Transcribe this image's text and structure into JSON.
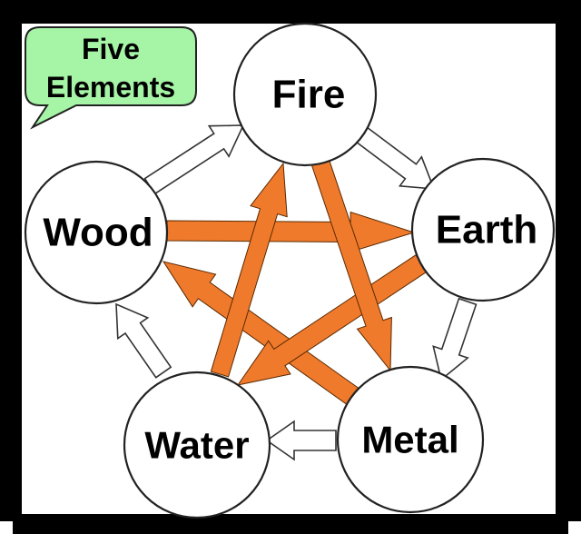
{
  "title": {
    "line1": "Five",
    "line2": "Elements",
    "bubble_color": "#a6f5a6"
  },
  "elements": {
    "fire": "Fire",
    "earth": "Earth",
    "metal": "Metal",
    "water": "Water",
    "wood": "Wood"
  },
  "colors": {
    "control_arrow": "#f07a2c",
    "frame": "#000000",
    "node_fill": "#ffffff"
  },
  "generating_cycle": [
    [
      "Wood",
      "Fire"
    ],
    [
      "Fire",
      "Earth"
    ],
    [
      "Earth",
      "Metal"
    ],
    [
      "Metal",
      "Water"
    ],
    [
      "Water",
      "Wood"
    ]
  ],
  "controlling_cycle": [
    [
      "Wood",
      "Earth"
    ],
    [
      "Earth",
      "Water"
    ],
    [
      "Water",
      "Fire"
    ],
    [
      "Fire",
      "Metal"
    ],
    [
      "Metal",
      "Wood"
    ]
  ]
}
